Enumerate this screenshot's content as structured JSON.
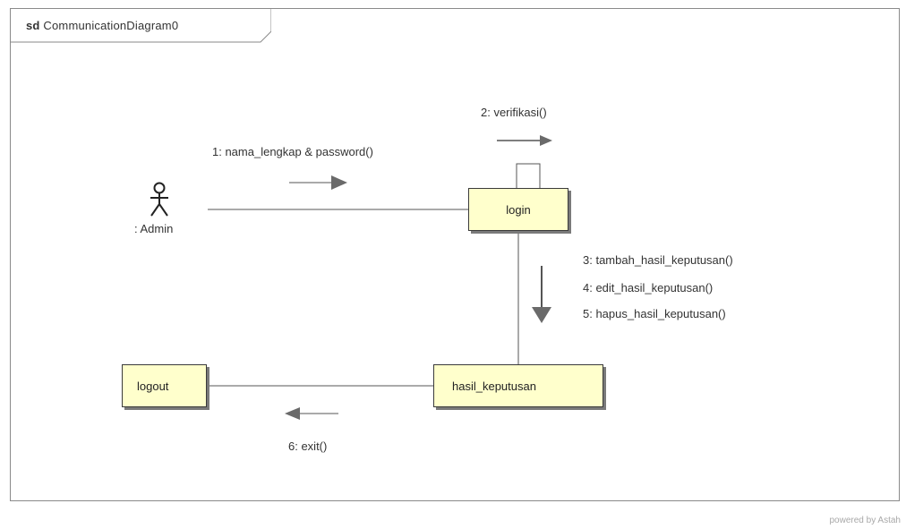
{
  "frame": {
    "keyword": "sd",
    "name": "CommunicationDiagram0"
  },
  "actor": {
    "label": ": Admin"
  },
  "objects": {
    "login": "login",
    "hasil_keputusan": "hasil_keputusan",
    "logout": "logout"
  },
  "messages": {
    "m1": "1: nama_lengkap & password()",
    "m2": "2: verifikasi()",
    "m3": "3: tambah_hasil_keputusan()",
    "m4": "4: edit_hasil_keputusan()",
    "m5": "5: hapus_hasil_keputusan()",
    "m6": "6: exit()"
  },
  "footer": {
    "credit": "powered by Astah"
  }
}
